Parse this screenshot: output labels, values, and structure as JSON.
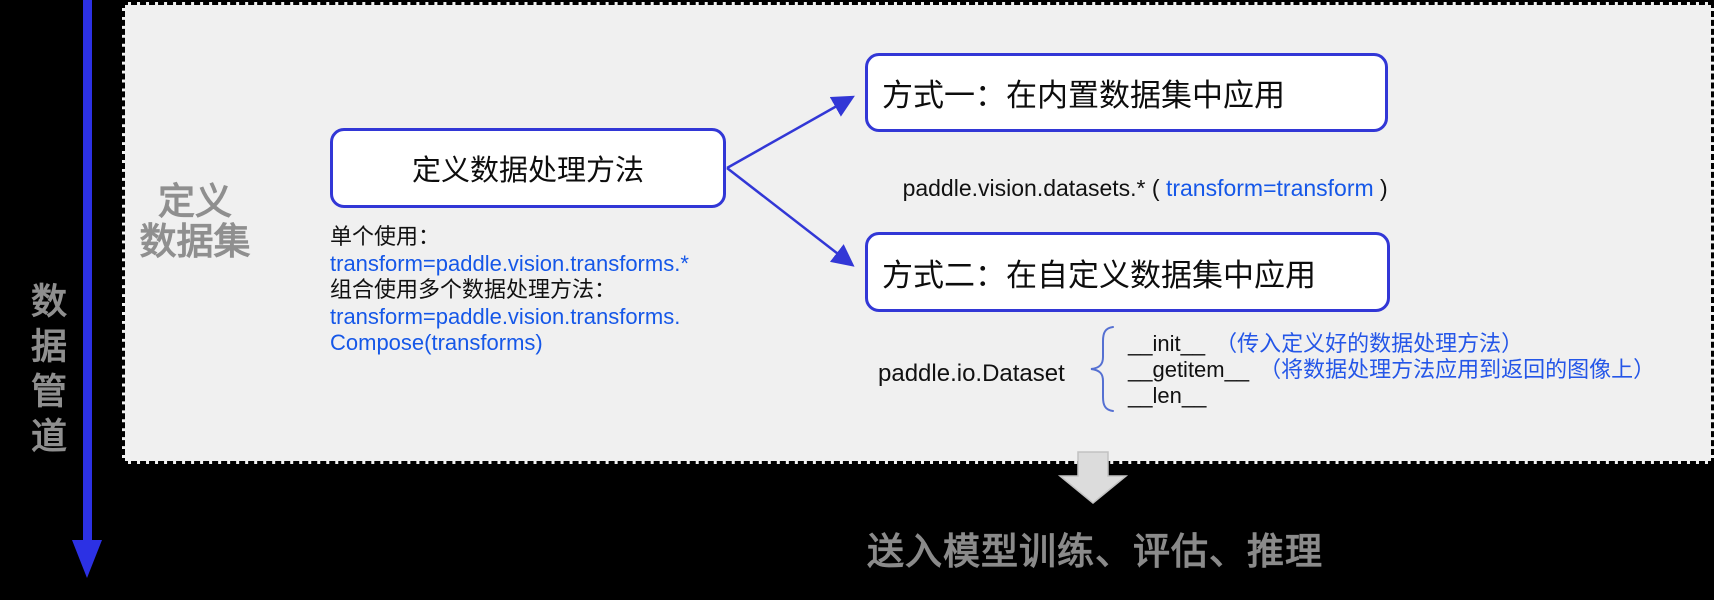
{
  "pipeline": {
    "vertical_label": "数据管道"
  },
  "panel": {
    "stage_label_line1": "定义",
    "stage_label_line2": "数据集",
    "main_box_title": "定义数据处理方法",
    "usage": {
      "line1": "单个使用：",
      "line2": "transform=paddle.vision.transforms.*",
      "line3": "组合使用多个数据处理方法：",
      "line4": "transform=paddle.vision.transforms.",
      "line5": "Compose(transforms)"
    },
    "method1": {
      "title": "方式一：在内置数据集中应用",
      "code_prefix": "paddle.vision.datasets.* ( ",
      "code_arg": "transform=transform",
      "code_suffix": " )"
    },
    "method2": {
      "title": "方式二：在自定义数据集中应用",
      "class_name": "paddle.io.Dataset",
      "methods": [
        {
          "name": "__init__",
          "note": "（传入定义好的数据处理方法）"
        },
        {
          "name": "__getitem__",
          "note": "（将数据处理方法应用到返回的图像上）"
        },
        {
          "name": "__len__",
          "note": ""
        }
      ]
    }
  },
  "footer": {
    "label": "送入模型训练、评估、推理"
  },
  "colors": {
    "page_bg": "#000000",
    "panel_bg": "#f0f0f0",
    "accent_blue": "#3237d6",
    "pipeline_arrow_blue": "#2c31e4",
    "code_blue": "#1557e8",
    "note_blue": "#2456e8",
    "muted_gray": "#8f8f8f",
    "block_arrow_gray": "#dcdcdc"
  }
}
